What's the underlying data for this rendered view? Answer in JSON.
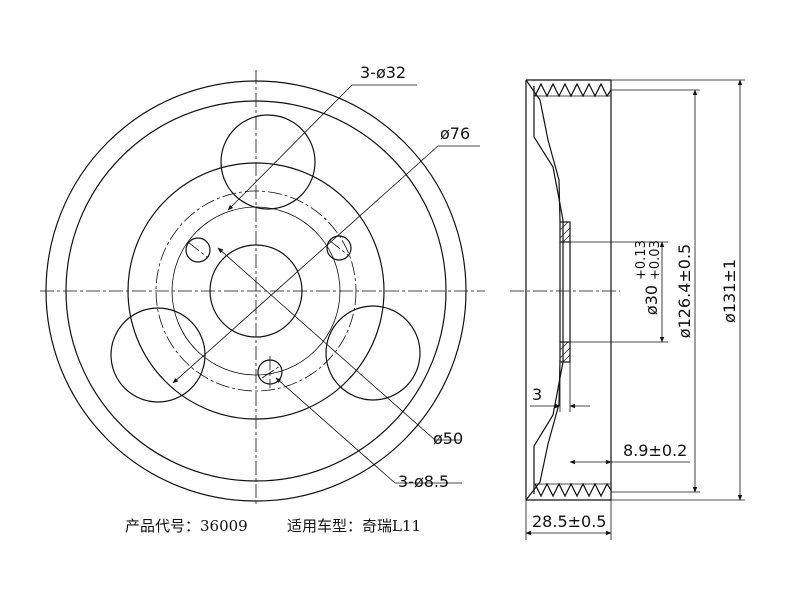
{
  "front_view": {
    "callouts": {
      "large_holes": "3-ø32",
      "bolt_circle": "ø76",
      "hub_bore": "ø50",
      "small_holes": "3-ø8.5"
    }
  },
  "side_view": {
    "dimensions": {
      "bore": {
        "base": "ø30",
        "upper_tol": "+0.13",
        "lower_tol": "+0.03"
      },
      "groove_diameter": "ø126.4±0.5",
      "outer_diameter": "ø131±1",
      "wall": "3",
      "offset": "8.9±0.2",
      "width": "28.5±0.5"
    }
  },
  "caption": {
    "product_code": "产品代号：36009",
    "vehicle": "适用车型：奇瑞L11"
  }
}
